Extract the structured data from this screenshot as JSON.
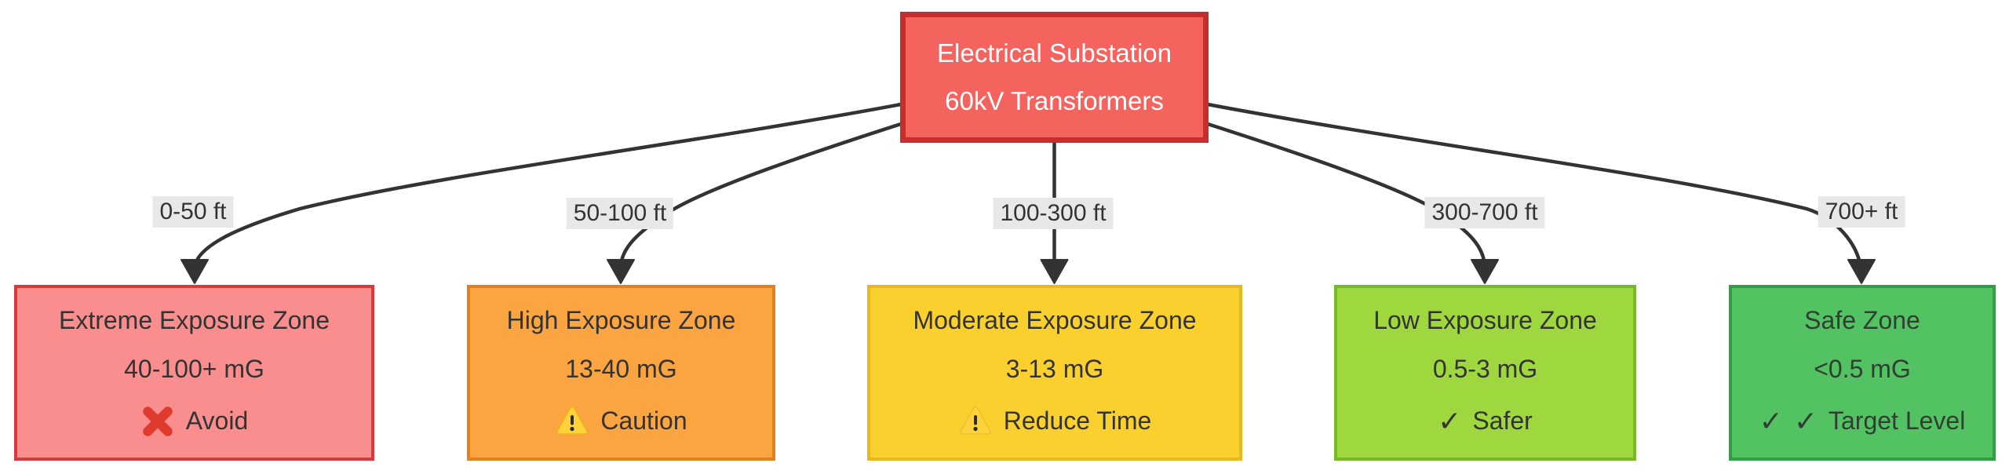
{
  "diagram": {
    "root": {
      "line1": "Electrical Substation",
      "line2": "60kV Transformers"
    },
    "edges": [
      {
        "label": "0-50 ft",
        "to": "Extreme Exposure Zone"
      },
      {
        "label": "50-100 ft",
        "to": "High Exposure Zone"
      },
      {
        "label": "100-300 ft",
        "to": "Moderate Exposure Zone"
      },
      {
        "label": "300-700 ft",
        "to": "Low Exposure Zone"
      },
      {
        "label": "700+ ft",
        "to": "Safe Zone"
      }
    ],
    "zones": [
      {
        "title": "Extreme Exposure Zone",
        "range": "40-100+ mG",
        "status": "Avoid",
        "icon": "cross-x",
        "colors": {
          "fill": "#fa8e8e",
          "border": "#d63a3a",
          "text": "#333333"
        }
      },
      {
        "title": "High Exposure Zone",
        "range": "13-40 mG",
        "status": "Caution",
        "icon": "warning-triangle",
        "colors": {
          "fill": "#faa442",
          "border": "#e0801f",
          "text": "#333333"
        }
      },
      {
        "title": "Moderate Exposure Zone",
        "range": "3-13 mG",
        "status": "Reduce Time",
        "icon": "warning-triangle",
        "colors": {
          "fill": "#fad02f",
          "border": "#e9b71f",
          "text": "#333333"
        }
      },
      {
        "title": "Low Exposure Zone",
        "range": "0.5-3 mG",
        "status": "Safer",
        "icon": "check",
        "colors": {
          "fill": "#9fd83e",
          "border": "#78b82b",
          "text": "#333333"
        }
      },
      {
        "title": "Safe Zone",
        "range": "<0.5 mG",
        "status": "Target Level",
        "icon": "double-check",
        "colors": {
          "fill": "#53c263",
          "border": "#2f9e44",
          "text": "#313f33"
        }
      }
    ],
    "icons": {
      "check": "✓"
    },
    "colors": {
      "canvas_bg": "#ffffff",
      "root_fill": "#f4635e",
      "root_border": "#c92c2c",
      "root_text": "#ffffff",
      "edge_stroke": "#333333",
      "edge_label_bg": "#e8e8e8",
      "edge_label_text": "#333333",
      "cross_icon": "#e0392d",
      "warning_icon_fill": "#fdd33c"
    }
  }
}
